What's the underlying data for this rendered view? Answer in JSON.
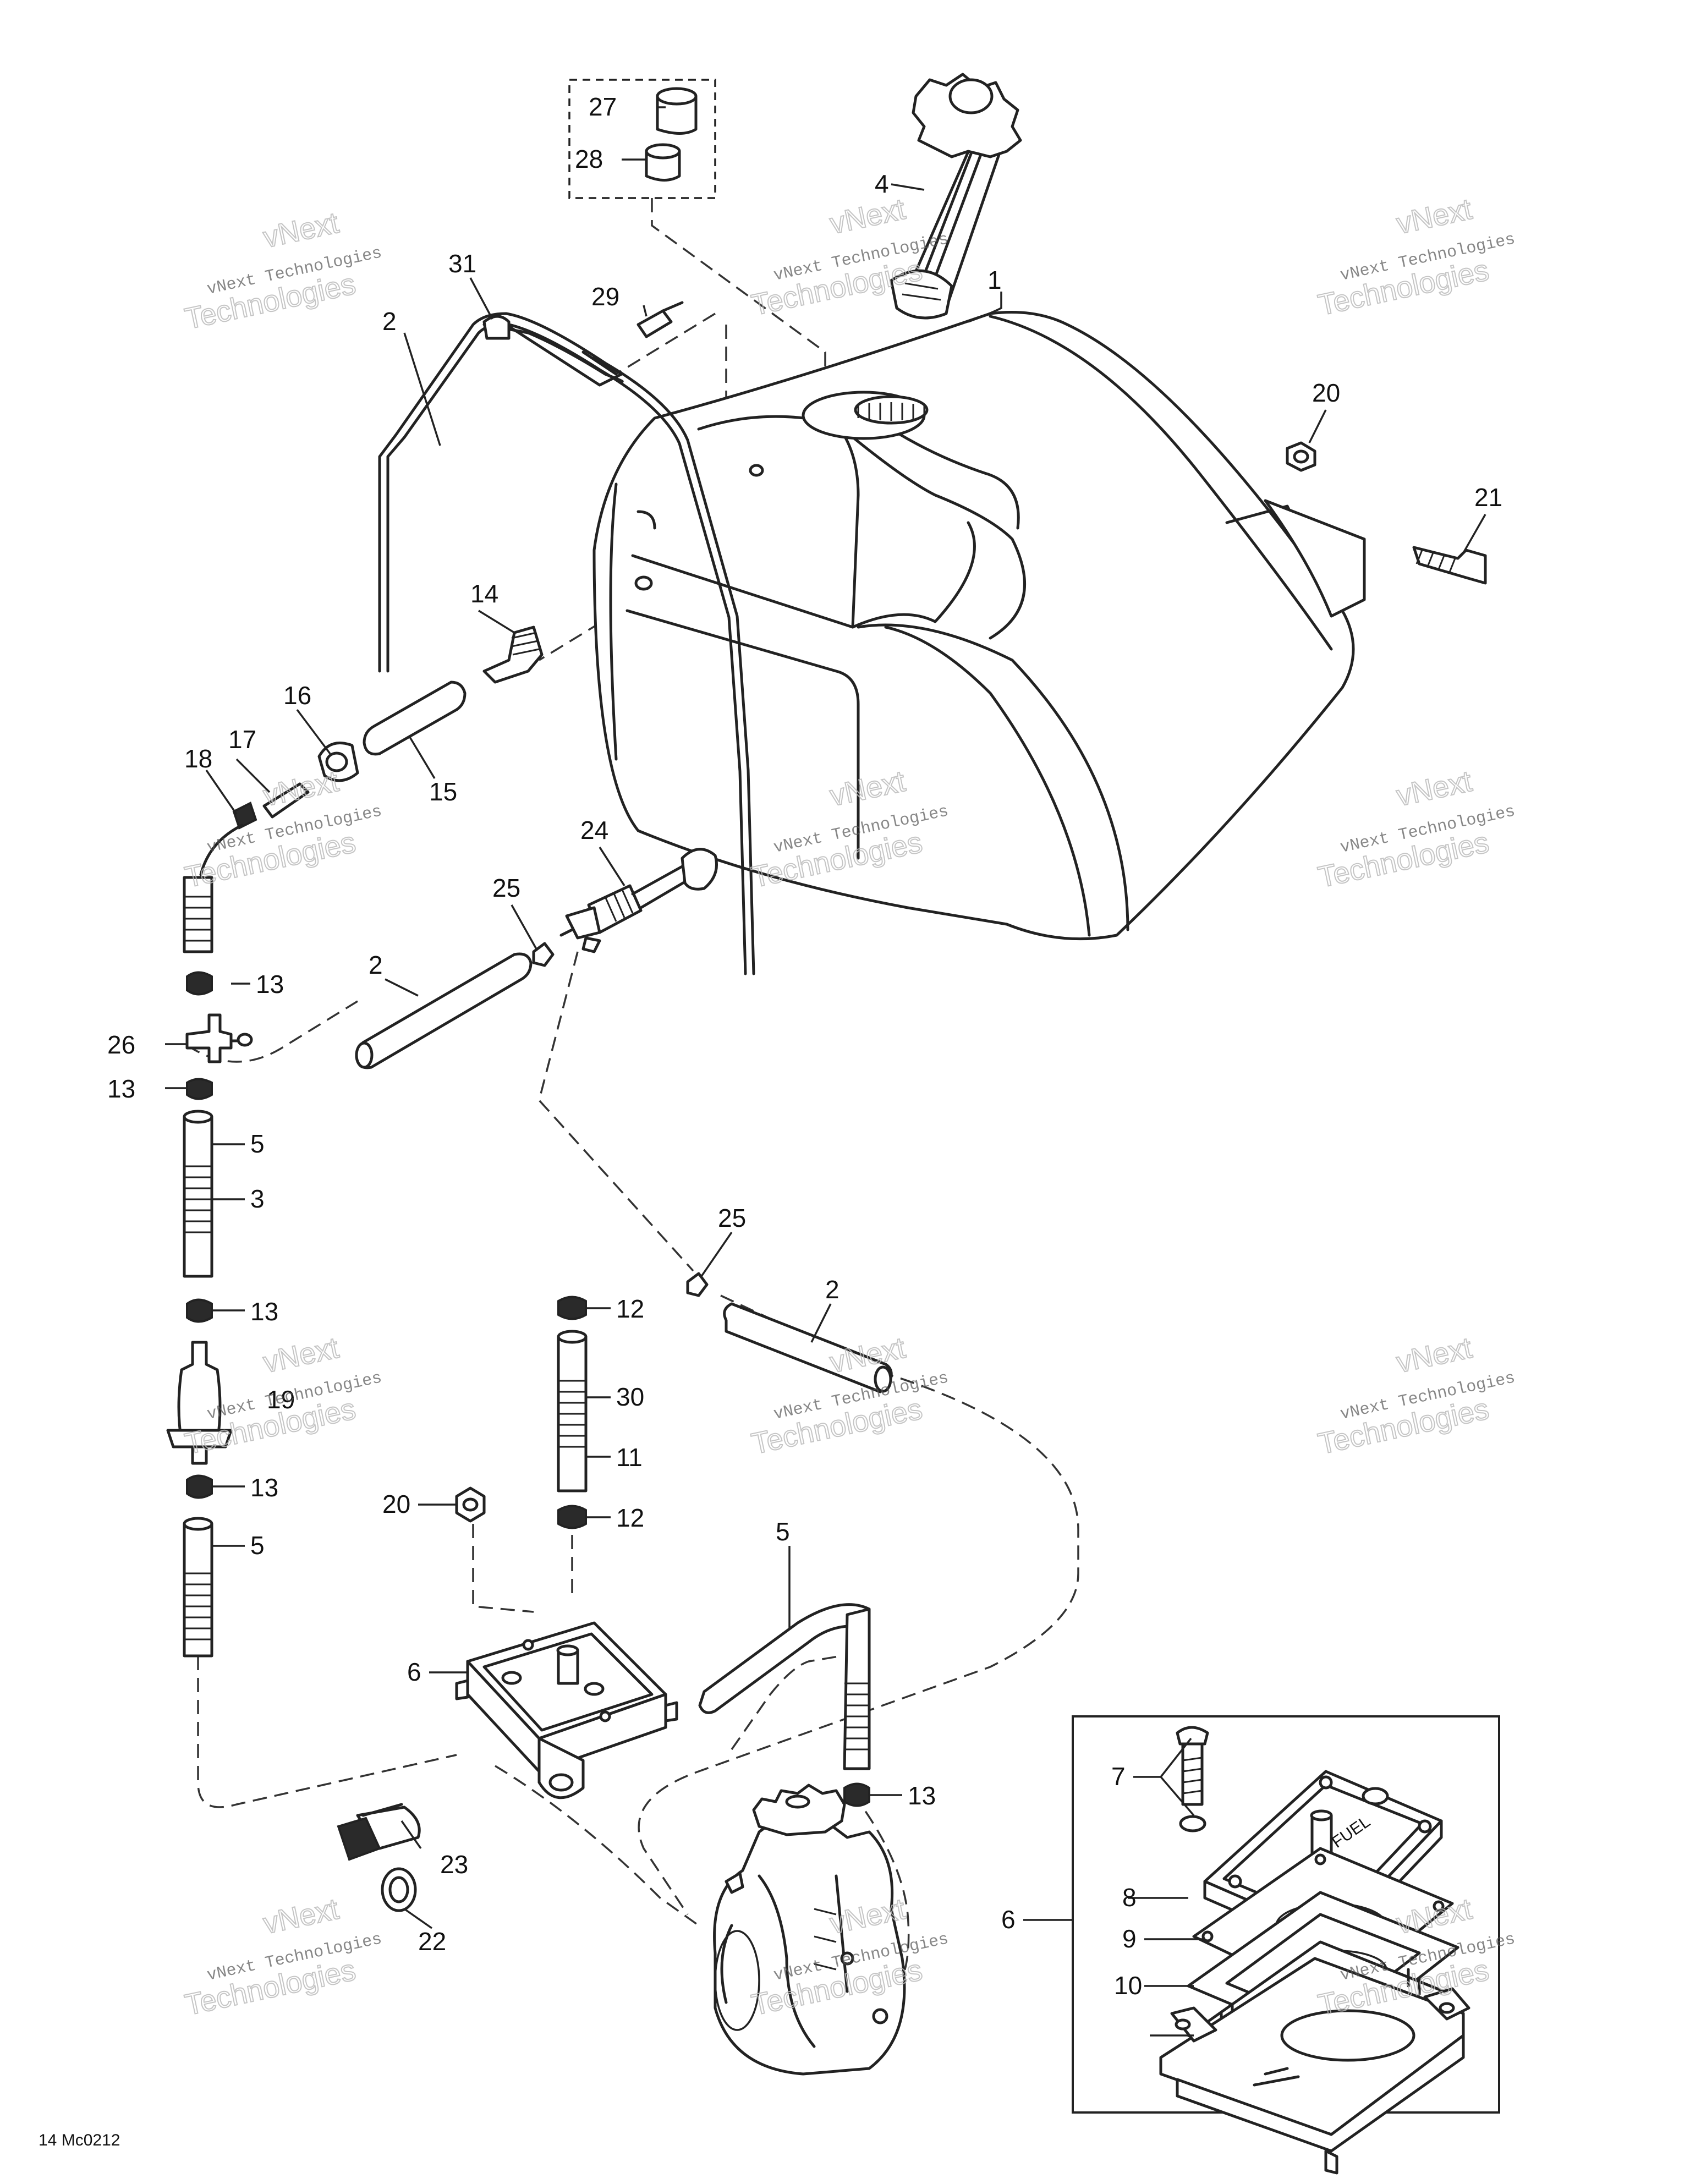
{
  "diagram_code": "14 Mc0212",
  "watermark": {
    "line1": "vNext Technologies",
    "line2": "Technologies",
    "top": "vNext"
  },
  "callouts": {
    "c1": "1",
    "c2a": "2",
    "c2b": "2",
    "c2c": "2",
    "c3": "3",
    "c4": "4",
    "c5a": "5",
    "c5b": "5",
    "c5c": "5",
    "c6a": "6",
    "c6b": "6",
    "c7": "7",
    "c8": "8",
    "c9": "9",
    "c10": "10",
    "c11": "11",
    "c12a": "12",
    "c12b": "12",
    "c13a": "13",
    "c13b": "13",
    "c13c": "13",
    "c13d": "13",
    "c13e": "13",
    "c14": "14",
    "c15": "15",
    "c16": "16",
    "c17": "17",
    "c18": "18",
    "c19": "19",
    "c20a": "20",
    "c20b": "20",
    "c21": "21",
    "c22": "22",
    "c23": "23",
    "c24": "24",
    "c25a": "25",
    "c25b": "25",
    "c26": "26",
    "c27": "27",
    "c28": "28",
    "c29": "29",
    "c30": "30",
    "c31": "31"
  }
}
